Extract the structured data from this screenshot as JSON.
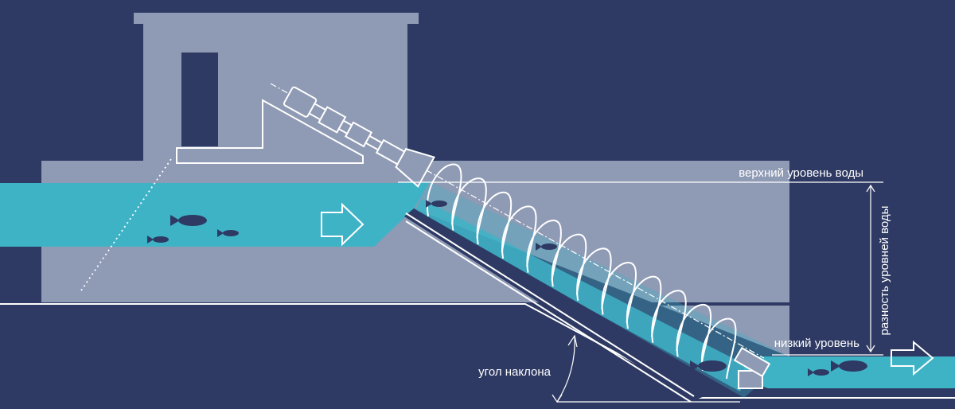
{
  "labels": {
    "upper_level": "верхний уровень воды",
    "low_level": "низкий уровень",
    "level_difference": "разность уровней воды",
    "tilt_angle": "угол наклона"
  },
  "colors": {
    "background": "#2e3a63",
    "structure": "#8f9ab4",
    "water": "#3fb3c6",
    "fish": "#2e3a63",
    "lines": "#ffffff"
  }
}
